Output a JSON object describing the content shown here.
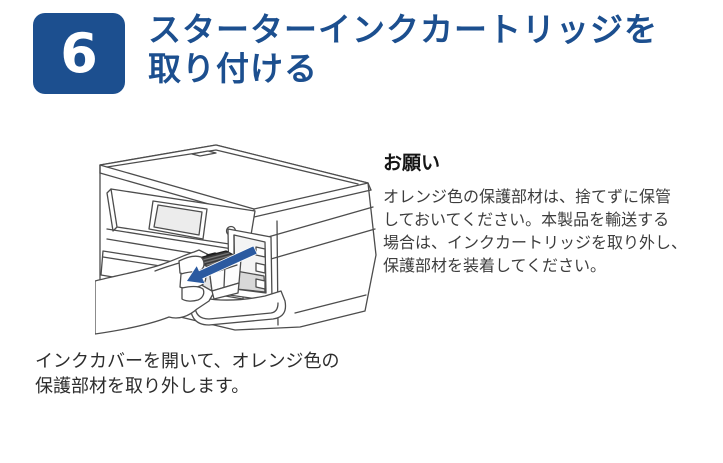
{
  "header": {
    "step_number": "6",
    "title_line1": "スターターインクカートリッジを",
    "title_line2": "取り付ける"
  },
  "illustration": {
    "description": "printer-with-hand-removing-orange-protective-part",
    "caption_line1": "インクカバーを開いて、オレンジ色の",
    "caption_line2": "保護部材を取り外します。"
  },
  "note": {
    "heading": "お願い",
    "body_lines": [
      "オレンジ色の保護部材は、捨てずに保管",
      "しておいてください。本製品を輸送する",
      "場合は、インクカートリッジを取り外し、",
      "保護部材を装着してください。"
    ]
  },
  "colors": {
    "accent_blue": "#1c4f8f",
    "arrow_blue": "#2b5aa0",
    "line_art_gray": "#4d4d4d",
    "protective_part_dark": "#3a3a3a"
  }
}
